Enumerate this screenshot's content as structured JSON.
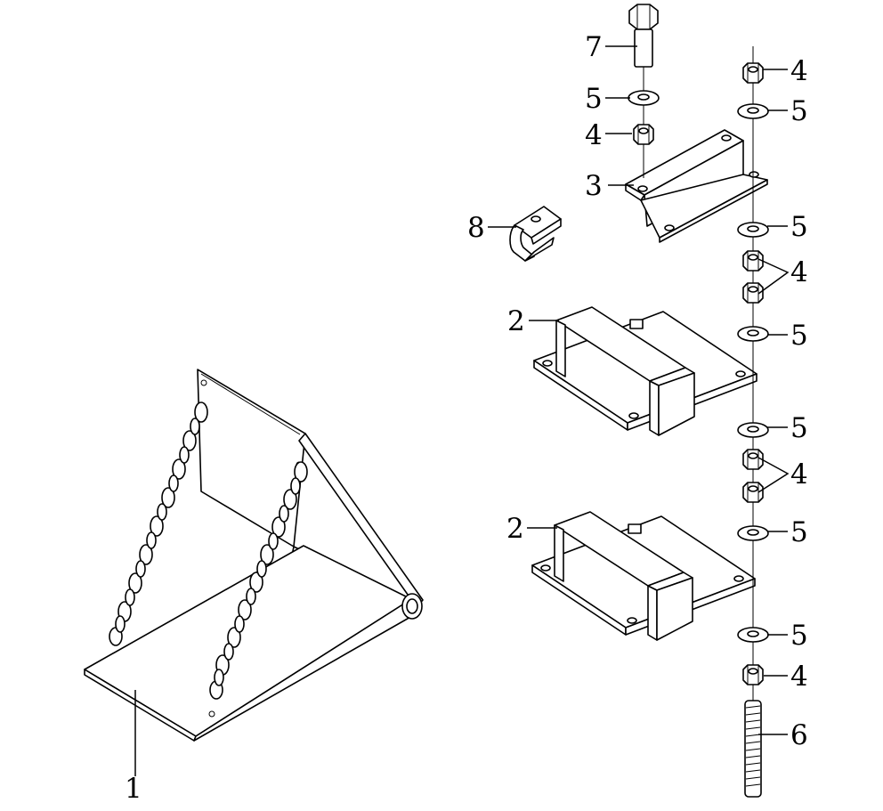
{
  "callouts": {
    "c1": "1",
    "c2a": "2",
    "c2b": "2",
    "c3": "3",
    "c4_bolt": "4",
    "c4_top": "4",
    "c4_mid1": "4",
    "c4_mid2": "4",
    "c4_bottom": "4",
    "c5_bolt": "5",
    "c5_top": "5",
    "c5_a": "5",
    "c5_b": "5",
    "c5_c": "5",
    "c5_d": "5",
    "c5_bottom": "5",
    "c6": "6",
    "c7": "7",
    "c8": "8"
  },
  "colors": {
    "line": "#000000",
    "background": "#ffffff"
  }
}
